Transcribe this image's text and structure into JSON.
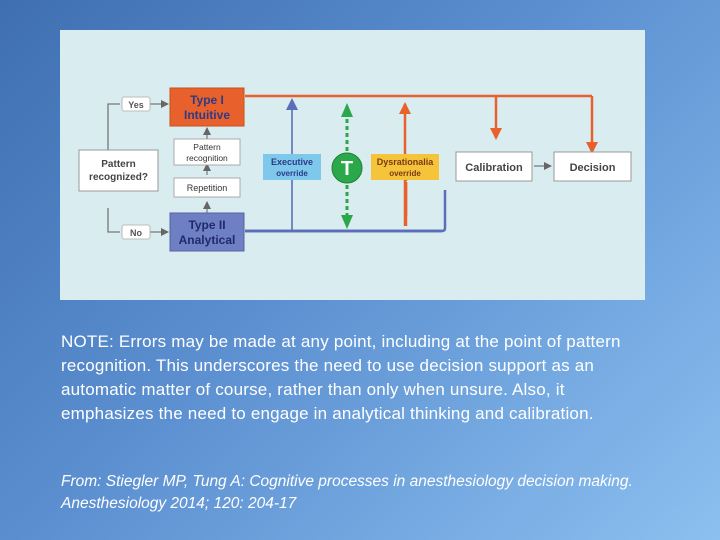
{
  "diagram": {
    "type1": {
      "line1": "Type I",
      "line2": "Intuitive"
    },
    "type2": {
      "line1": "Type II",
      "line2": "Analytical"
    },
    "pattern_recognized": {
      "line1": "Pattern",
      "line2": "recognized?"
    },
    "yes_label": "Yes",
    "no_label": "No",
    "pattern_recognition": {
      "line1": "Pattern",
      "line2": "recognition"
    },
    "repetition": "Repetition",
    "executive_override": {
      "line1": "Executive",
      "line2": "override"
    },
    "toggle_letter": "T",
    "dysrationalia_override": {
      "line1": "Dysrationalia",
      "line2": "override"
    },
    "calibration": "Calibration",
    "decision": "Decision",
    "colors": {
      "type1": "#e8612c",
      "type2": "#6f7fc4",
      "executive": "#7ec8ec",
      "dysrationalia": "#f5c43a",
      "toggle": "#2aa84a",
      "panel": "#d9ecef"
    }
  },
  "note": "NOTE:  Errors may be made at any point, including at the point of pattern recognition.  This underscores the need to use decision support as an automatic matter of course, rather than only when unsure.  Also, it emphasizes the need to engage in analytical thinking and calibration.",
  "citation": "From:  Stiegler MP, Tung A: Cognitive processes in anesthesiology decision making. Anesthesiology 2014; 120: 204-17"
}
